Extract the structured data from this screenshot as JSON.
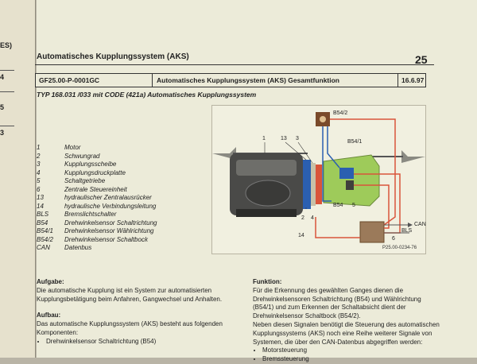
{
  "left_page": {
    "labels": [
      "ES)",
      "4",
      "5",
      "3"
    ]
  },
  "header": {
    "title": "Automatisches Kupplungssystem (AKS)",
    "page_number": "25"
  },
  "document_box": {
    "code": "GF25.00-P-0001GC",
    "title": "Automatisches Kupplungssystem (AKS) Gesamtfunktion",
    "date": "16.6.97"
  },
  "type_line": "TYP   168.031 /033 mit CODE (421a) Automatisches Kupplungssystem",
  "legend": [
    {
      "key": "1",
      "desc": "Motor"
    },
    {
      "key": "2",
      "desc": "Schwungrad"
    },
    {
      "key": "3",
      "desc": "Kupplungsscheibe"
    },
    {
      "key": "4",
      "desc": "Kupplungsdruckplatte"
    },
    {
      "key": "5",
      "desc": "Schaltgetriebe"
    },
    {
      "key": "6",
      "desc": "Zentrale Steuereinheit"
    },
    {
      "key": "13",
      "desc": "hydraulischer Zentralausrücker"
    },
    {
      "key": "14",
      "desc": "hydraulische Verbindungsleitung"
    },
    {
      "key": "BLS",
      "desc": "Bremslichtschalter"
    },
    {
      "key": "B54",
      "desc": "Drehwinkelsensor Schaltrichtung"
    },
    {
      "key": "B54/1",
      "desc": "Drehwinkelsensor Wählrichtung"
    },
    {
      "key": "B54/2",
      "desc": "Drehwinkelsensor Schaltbock"
    },
    {
      "key": "CAN",
      "desc": "Datenbus"
    }
  ],
  "diagram": {
    "labels": {
      "l1": "1",
      "l13": "13",
      "l3": "3",
      "b54_2": "B54/2",
      "b54_1": "B54/1",
      "b54": "B54",
      "l5": "5",
      "l2": "2",
      "l4": "4",
      "l14": "14",
      "can": "CAN",
      "bls": "BLS",
      "l6": "6"
    },
    "figure_code": "P25.00-0234-76",
    "colors": {
      "wire_red": "#d9543a",
      "wire_blue": "#2b5fb0",
      "gearbox_green": "#9ecb5a"
    }
  },
  "left_column": {
    "aufgabe_heading": "Aufgabe:",
    "aufgabe_text": "Die automatische Kupplung ist ein System zur automatisierten Kupplungsbetätigung beim Anfahren, Gangwechsel und Anhalten.",
    "aufbau_heading": "Aufbau:",
    "aufbau_text": "Das automatische Kupplungssystem (AKS) besteht aus folgenden Komponenten:",
    "aufbau_items": [
      "Drehwinkelsensor Schaltrichtung (B54)"
    ]
  },
  "right_column": {
    "funktion_heading": "Funktion:",
    "funktion_text": "Für die Erkennung des gewählten Ganges dienen die Drehwinkelsensoren Schaltrichtung (B54) und Wählrichtung (B54/1) und zum Erkennen der Schaltabsicht dient der Drehwinkelsensor Schaltbock (B54/2).",
    "funktion_text2": "Neben diesen Signalen benötigt die Steuerung des automatischen Kupplungssystems (AKS) noch eine Reihe weiterer Signale von Systemen, die über den CAN-Datenbus abgegriffen werden:",
    "funktion_items": [
      "Motorsteuerung",
      "Bremssteuerung"
    ]
  }
}
